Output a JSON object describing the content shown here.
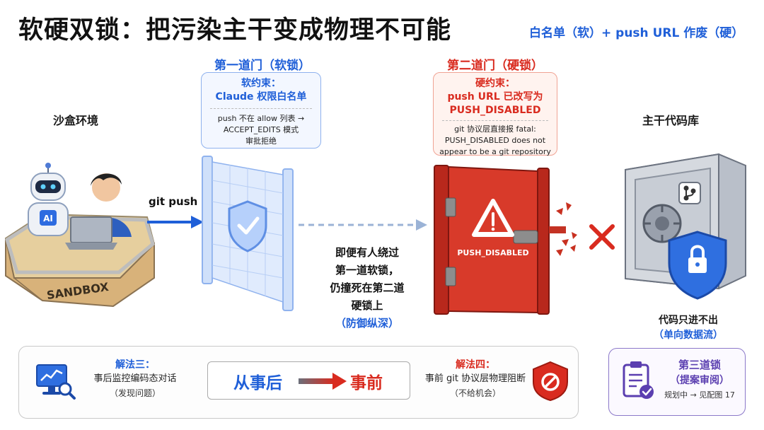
{
  "header": {
    "title": "软硬双锁：把污染主干变成物理不可能",
    "subtitle": "白名单（软）+ push URL 作废（硬）"
  },
  "sandbox": {
    "label": "沙盒环境",
    "bed_text": "SANDBOX",
    "robot_chest": "AI"
  },
  "gate1": {
    "title": "第一道门（软锁）",
    "box_head_line1": "软约束：",
    "box_head_line2": "Claude 权限白名单",
    "box_body_line1": "push 不在 allow 列表 →",
    "box_body_line2": "ACCEPT_EDITS 模式",
    "box_body_line3": "审批拒绝"
  },
  "push_label": "git push",
  "gate2": {
    "title": "第二道门（硬锁）",
    "box_head_line1": "硬约束：",
    "box_head_line2": "push URL 已改写为",
    "box_head_line3": "PUSH_DISABLED",
    "box_body_line1": "git 协议层直接报 fatal:",
    "box_body_line2": "PUSH_DISABLED does not",
    "box_body_line3": "appear to be a git repository",
    "door_text": "PUSH_DISABLED"
  },
  "note": {
    "line1": "即便有人绕过",
    "line2": "第一道软锁，",
    "line3": "仍撞死在第二道",
    "line4": "硬锁上",
    "accent": "（防御纵深）"
  },
  "main_repo": {
    "label": "主干代码库",
    "caption": "代码只进不出",
    "caption_accent": "（单向数据流）"
  },
  "solution3": {
    "title": "解法三：",
    "body": "事后监控编码态对话",
    "sub": "（发现问题）"
  },
  "shift": {
    "from": "从事后",
    "to": "事前"
  },
  "solution4": {
    "title": "解法四：",
    "body": "事前 git 协议层物理阻断",
    "sub": "（不给机会）"
  },
  "third_lock": {
    "title": "第三道锁",
    "sub": "（提案审阅）",
    "note": "规划中 → 见配图 17"
  },
  "colors": {
    "accent_blue": "#1f5fd8",
    "accent_red": "#d92b1f",
    "purple": "#5b3fb0"
  }
}
